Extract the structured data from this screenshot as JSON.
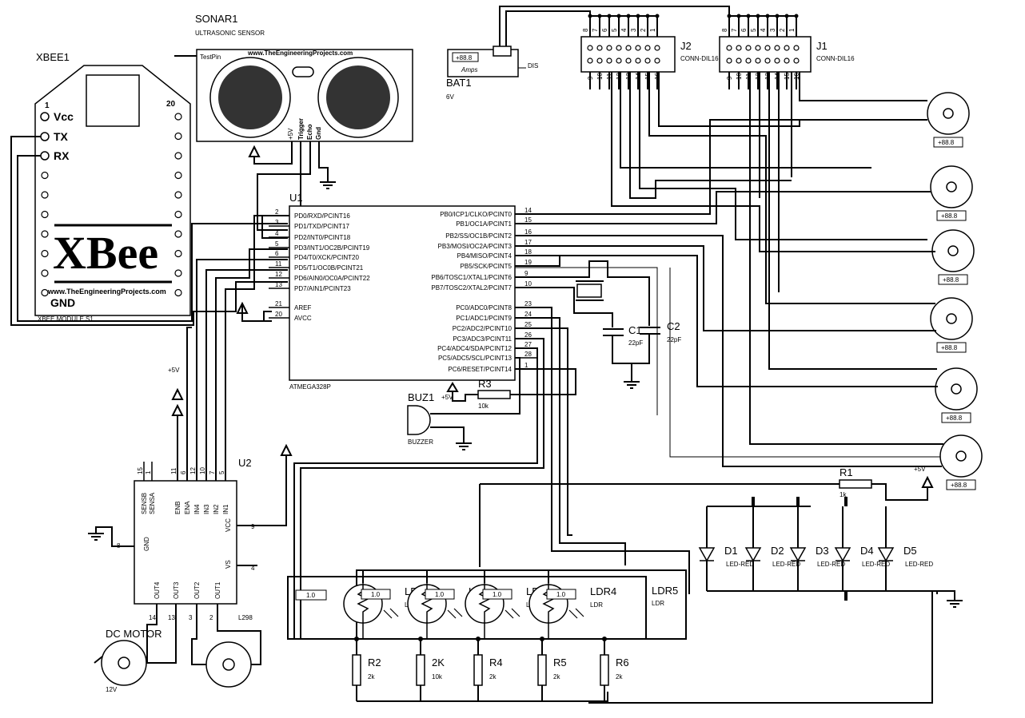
{
  "xbee": {
    "ref": "XBEE1",
    "module_label": "XBEE MODULE S1",
    "pin1": "1",
    "pin20": "20",
    "vcc": "Vcc",
    "tx": "TX",
    "rx": "RX",
    "gnd": "GND",
    "logo": "XBee",
    "website": "www.TheEngineeringProjects.com"
  },
  "sonar": {
    "ref": "SONAR1",
    "type": "ULTRASONIC SENSOR",
    "testpin": "TestPin",
    "website": "www.TheEngineeringProjects.com",
    "pins": [
      "+5V",
      "Trigger",
      "Echo",
      "Gnd"
    ]
  },
  "battery": {
    "ref": "BAT1",
    "voltage": "6V",
    "meter": "+88.8",
    "unit": "Amps",
    "dis": "DIS"
  },
  "j2": {
    "ref": "J2",
    "type": "CONN-DIL16",
    "top_pins": [
      "8",
      "7",
      "6",
      "5",
      "4",
      "3",
      "2",
      "1"
    ],
    "bottom_pins": [
      "9",
      "10",
      "11",
      "12",
      "13",
      "14",
      "15",
      "16"
    ]
  },
  "j1": {
    "ref": "J1",
    "type": "CONN-DIL16",
    "top_pins": [
      "8",
      "7",
      "6",
      "5",
      "4",
      "3",
      "2",
      "1"
    ],
    "bottom_pins": [
      "9",
      "10",
      "11",
      "12",
      "13",
      "14",
      "15",
      "16"
    ]
  },
  "mcu": {
    "ref": "U1",
    "type": "ATMEGA328P",
    "left_pins": [
      {
        "num": "2",
        "name": "PD0/RXD/PCINT16"
      },
      {
        "num": "3",
        "name": "PD1/TXD/PCINT17"
      },
      {
        "num": "4",
        "name": "PD2/INT0/PCINT18"
      },
      {
        "num": "5",
        "name": "PD3/INT1/OC2B/PCINT19"
      },
      {
        "num": "6",
        "name": "PD4/T0/XCK/PCINT20"
      },
      {
        "num": "11",
        "name": "PD5/T1/OC0B/PCINT21"
      },
      {
        "num": "12",
        "name": "PD6/AIN0/OC0A/PCINT22"
      },
      {
        "num": "13",
        "name": "PD7/AIN1/PCINT23"
      },
      {
        "num": "21",
        "name": "AREF"
      },
      {
        "num": "20",
        "name": "AVCC"
      }
    ],
    "right_pins": [
      {
        "num": "14",
        "name": "PB0/ICP1/CLKO/PCINT0"
      },
      {
        "num": "15",
        "name": "PB1/OC1A/PCINT1"
      },
      {
        "num": "16",
        "name": "PB2/SS/OC1B/PCINT2"
      },
      {
        "num": "17",
        "name": "PB3/MOSI/OC2A/PCINT3"
      },
      {
        "num": "18",
        "name": "PB4/MISO/PCINT4"
      },
      {
        "num": "19",
        "name": "PB5/SCK/PCINT5"
      },
      {
        "num": "9",
        "name": "PB6/TOSC1/XTAL1/PCINT6"
      },
      {
        "num": "10",
        "name": "PB7/TOSC2/XTAL2/PCINT7"
      },
      {
        "num": "23",
        "name": "PC0/ADC0/PCINT8"
      },
      {
        "num": "24",
        "name": "PC1/ADC1/PCINT9"
      },
      {
        "num": "25",
        "name": "PC2/ADC2/PCINT10"
      },
      {
        "num": "26",
        "name": "PC3/ADC3/PCINT11"
      },
      {
        "num": "27",
        "name": "PC4/ADC4/SDA/PCINT12"
      },
      {
        "num": "28",
        "name": "PC5/ADC5/SCL/PCINT13"
      },
      {
        "num": "1",
        "name": "PC6/RESET/PCINT14"
      }
    ]
  },
  "caps": {
    "c1": {
      "ref": "C1",
      "value": "22pF"
    },
    "c2": {
      "ref": "C2",
      "value": "22pF"
    }
  },
  "r3": {
    "ref": "R3",
    "value": "10k"
  },
  "buzzer": {
    "ref": "BUZ1",
    "type": "BUZZER"
  },
  "power": {
    "v5": "+5V"
  },
  "driver": {
    "ref": "U2",
    "type": "L298",
    "top_pins": [
      {
        "num": "15",
        "name": "SENSB"
      },
      {
        "num": "1",
        "name": "SENSA"
      },
      {
        "num": "11",
        "name": "ENB"
      },
      {
        "num": "6",
        "name": "ENA"
      },
      {
        "num": "12",
        "name": "IN4"
      },
      {
        "num": "10",
        "name": "IN3"
      },
      {
        "num": "7",
        "name": "IN2"
      },
      {
        "num": "5",
        "name": "IN1"
      }
    ],
    "bottom_pins": [
      {
        "num": "14",
        "name": "OUT4"
      },
      {
        "num": "13",
        "name": "OUT3"
      },
      {
        "num": "3",
        "name": "OUT2"
      },
      {
        "num": "2",
        "name": "OUT1"
      }
    ],
    "gnd": {
      "num": "8",
      "name": "GND"
    },
    "vcc": {
      "num": "9",
      "name": "VCC"
    },
    "vs": {
      "num": "4",
      "name": "VS"
    }
  },
  "motor": {
    "label": "DC MOTOR",
    "voltage": "12V"
  },
  "motor_meters": [
    "+88.8",
    "+88.8",
    "+88.8",
    "+88.8",
    "+88.8",
    "+88.8"
  ],
  "r1": {
    "ref": "R1",
    "value": "1k"
  },
  "leds": [
    {
      "ref": "D1",
      "type": "LED-RED"
    },
    {
      "ref": "D2",
      "type": "LED-RED"
    },
    {
      "ref": "D3",
      "type": "LED-RED"
    },
    {
      "ref": "D4",
      "type": "LED-RED"
    },
    {
      "ref": "D5",
      "type": "LED-RED"
    }
  ],
  "ldrs": [
    {
      "ref": "LDR1",
      "type": "LDR",
      "value": "1.0"
    },
    {
      "ref": "LDR2",
      "type": "LDR",
      "value": "1.0"
    },
    {
      "ref": "LDR3",
      "type": "LDR",
      "value": "1.0"
    },
    {
      "ref": "LDR4",
      "type": "LDR",
      "value": "1.0"
    },
    {
      "ref": "LDR5",
      "type": "LDR",
      "value": "1.0"
    }
  ],
  "resistors": [
    {
      "ref": "R2",
      "value": "2k"
    },
    {
      "ref": "2K",
      "value": "10k"
    },
    {
      "ref": "R4",
      "value": "2k"
    },
    {
      "ref": "R5",
      "value": "2k"
    },
    {
      "ref": "R6",
      "value": "2k"
    }
  ]
}
